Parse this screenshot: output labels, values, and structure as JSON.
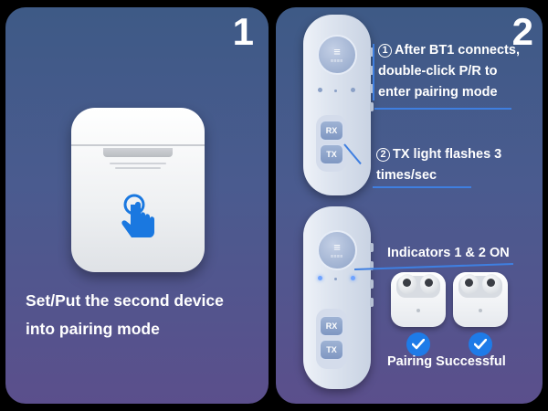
{
  "panel1": {
    "step_number": "1",
    "instruction": "Set/Put the second device\ninto pairing mode",
    "icon": "tap-hand-icon"
  },
  "panel2": {
    "step_number": "2",
    "remote_top": {
      "buttons": [
        "RX",
        "TX"
      ]
    },
    "remote_bottom": {
      "buttons": [
        "RX",
        "TX"
      ]
    },
    "callout_1_num": "1",
    "callout_1": "After BT1 connects,\ndouble-click P/R to\nenter pairing mode",
    "callout_2_num": "2",
    "callout_2": "TX light flashes 3\ntimes/sec",
    "indicators": "Indicators 1 & 2 ON",
    "result": "Pairing Successful"
  },
  "colors": {
    "accent": "#3f7fe0",
    "check": "#1e7be8"
  }
}
